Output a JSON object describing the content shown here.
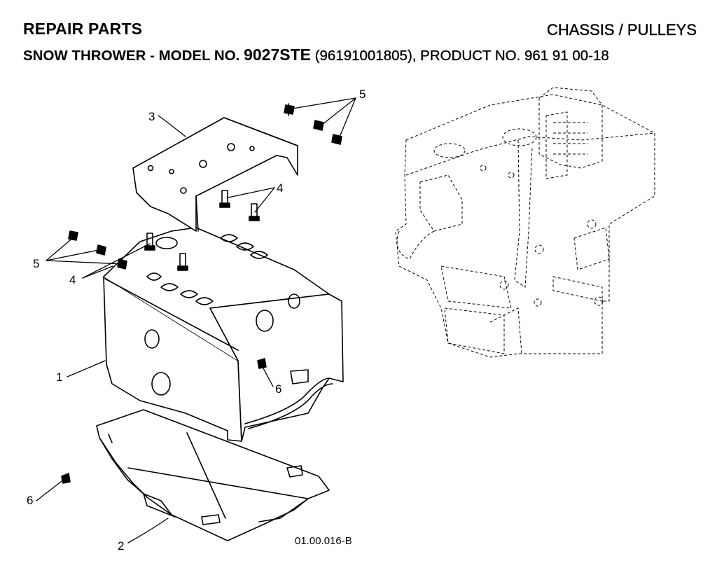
{
  "header": {
    "left_title": "REPAIR PARTS",
    "right_title": "CHASSIS / PULLEYS",
    "subtitle_prefix": "SNOW THROWER - MODEL NO.",
    "model_no": "9027STE",
    "model_code": "(96191001805), PRODUCT NO. 961 91 00-18"
  },
  "callouts": {
    "c1": "1",
    "c2": "2",
    "c3": "3",
    "c4a": "4",
    "c4b": "4",
    "c5a": "5",
    "c5b": "5",
    "c6a": "6",
    "c6b": "6"
  },
  "drawing_code": "01.00.016-B"
}
